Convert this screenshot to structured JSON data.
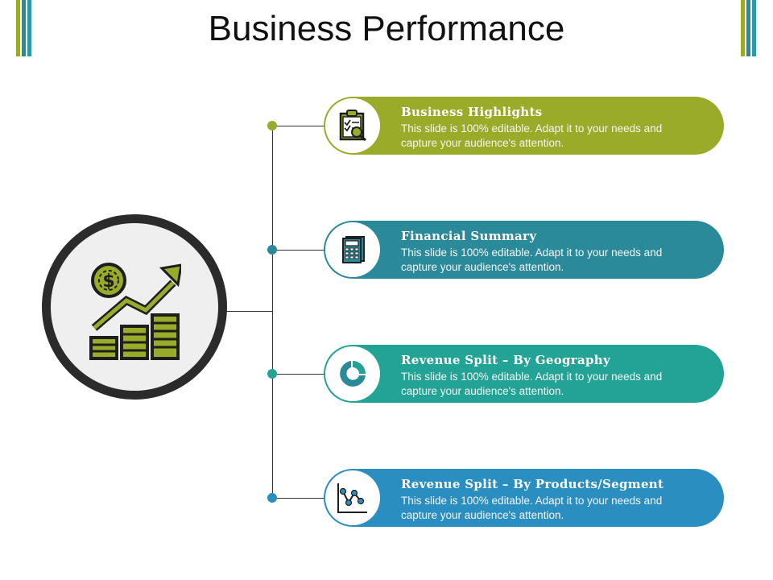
{
  "page": {
    "title": "Business Performance"
  },
  "colors": {
    "olive": "#9aab2a",
    "dark_teal": "#2b8a99",
    "teal": "#22a395",
    "blue": "#2a8fc0",
    "hub_ring": "#2b2b2b"
  },
  "hub": {
    "icon": "money-growth-chart-icon"
  },
  "items": [
    {
      "title": "Business  Highlights",
      "desc": "This slide is 100% editable. Adapt it to your needs and capture your audience's attention.",
      "icon": "clipboard-checklist-icon",
      "color": "#9aab2a"
    },
    {
      "title": "Financial  Summary",
      "desc": "This slide is 100% editable. Adapt it to your needs and capture your audience's attention.",
      "icon": "calculator-document-icon",
      "color": "#2b8a99"
    },
    {
      "title": "Revenue Split  – By Geography",
      "desc": "This slide is 100% editable. Adapt it to your needs and capture your audience's attention.",
      "icon": "donut-chart-icon",
      "color": "#22a395"
    },
    {
      "title": "Revenue Split  – By Products/Segment",
      "desc": "This slide is 100% editable. Adapt it to your needs and capture your audience's attention.",
      "icon": "line-chart-icon",
      "color": "#2a8fc0"
    }
  ]
}
